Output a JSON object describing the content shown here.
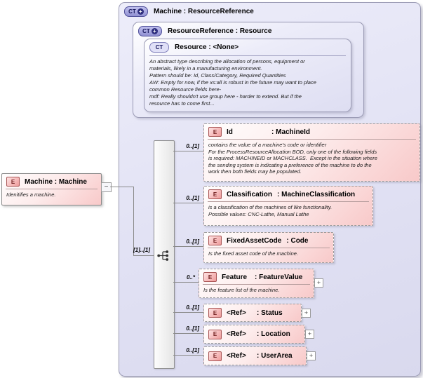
{
  "outer_ct": {
    "badge": "CT",
    "plus": "+",
    "title": "Machine : ResourceReference"
  },
  "inner_ct": {
    "badge": "CT",
    "plus": "+",
    "title": "ResourceReference : Resource"
  },
  "resource_ct": {
    "badge": "CT",
    "title": "Resource : <None>",
    "annotation": "An abstract type describing the allocation of persons, equipment or\nmaterials, likely in a manufacturing environment.\nPattern should be: Id, Class/Category, Required Quantities\nAW: Empty for now, if the xs:all is robust in the future may want to place\ncommon Resource fields here-\nmdf: Really shouldn't use group here - harder to extend. But if the\nresource has to come first..."
  },
  "root": {
    "badge": "E",
    "title": "Machine  : Machine",
    "annotation": "Idenitifies a machine.",
    "toggle": "−"
  },
  "group": {
    "cardinality": "[1]..[1]"
  },
  "children": [
    {
      "badge": "E",
      "name": "Id",
      "type": ": MachineId",
      "cardinality": "0..[1]",
      "annotation": "contains the value of a machine's code or identifier\nFor the ProcessResourceAllocation BOD, only one of the following fields\nis required: MACHINEID or MACHCLASS.  Except in the situation where\nthe sending system is indicating a preference of the machine to do the\nwork then both fields may be populated."
    },
    {
      "badge": "E",
      "name": "Classification",
      "type": ": MachineClassification",
      "cardinality": "0..[1]",
      "annotation": "is a classification of the machines of like functionality.\nPossible values: CNC-Lathe, Manual Lathe"
    },
    {
      "badge": "E",
      "name": "FixedAssetCode",
      "type": ": Code",
      "cardinality": "0..[1]",
      "annotation": "Is the fixed asset code of the machine."
    },
    {
      "badge": "E",
      "name": "Feature",
      "type": ": FeatureValue",
      "cardinality": "0..*",
      "annotation": "Is the feature list of the machine.",
      "expand": "+"
    },
    {
      "badge": "E",
      "name": "<Ref>",
      "type": ": Status",
      "cardinality": "0..[1]",
      "expand": "+"
    },
    {
      "badge": "E",
      "name": "<Ref>",
      "type": ": Location",
      "cardinality": "0..[1]",
      "expand": "+"
    },
    {
      "badge": "E",
      "name": "<Ref>",
      "type": ": UserArea",
      "cardinality": "0..[1]",
      "expand": "+"
    }
  ],
  "colors": {
    "container_fill": "#e2e2f4",
    "element_fill": "#f8c9c9",
    "ct_badge_fill": "#a0a0d8",
    "connector": "#8a8a8a"
  }
}
